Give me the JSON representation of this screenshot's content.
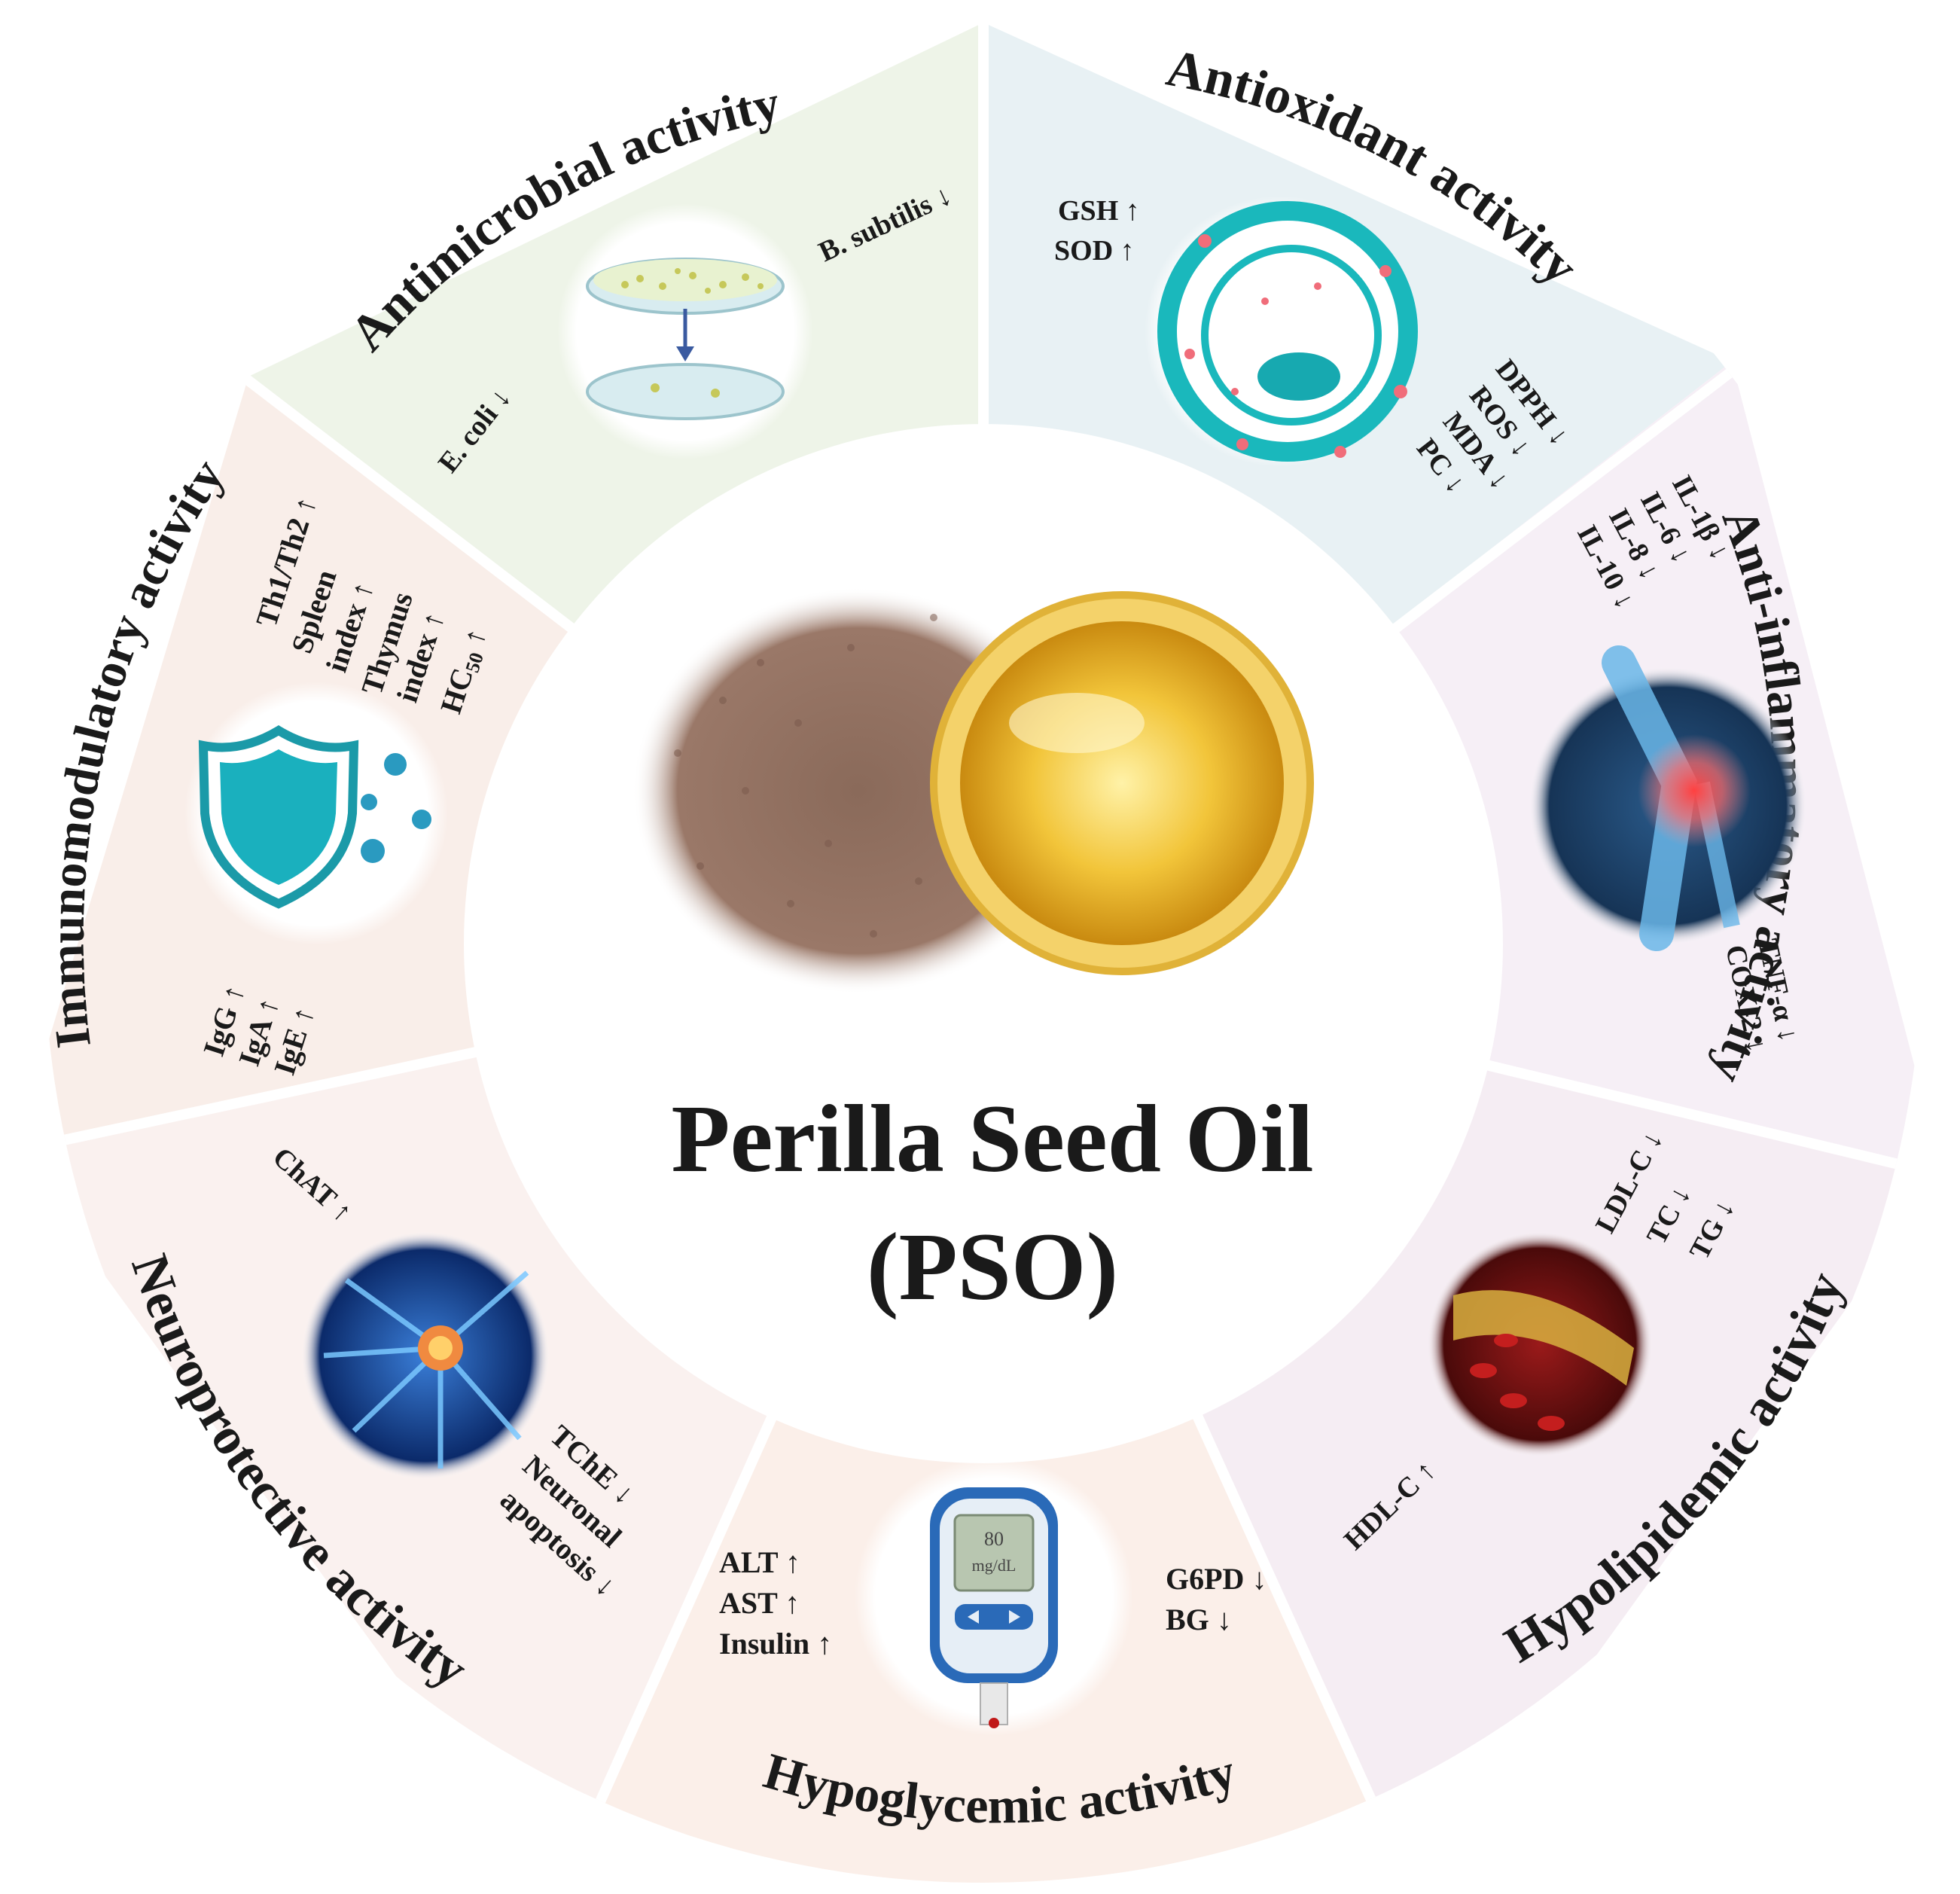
{
  "center": {
    "title_line1": "Perilla Seed Oil",
    "title_line2": "(PSO)"
  },
  "sectors": {
    "antimicrobial": {
      "title": "Antimicrobial activity",
      "color": "#eef4e8",
      "icon": "petri-dish-icon",
      "markers": [
        "B. subtilis ↓",
        "E. coli ↓"
      ]
    },
    "antioxidant": {
      "title": "Antioxidant activity",
      "color": "#e8f1f4",
      "icon": "cell-icon",
      "markers": [
        "GSH ↑",
        "SOD ↑",
        "DPPH ↓",
        "ROS ↓",
        "MDA ↓",
        "PC ↓"
      ]
    },
    "anti_inflammatory": {
      "title": "Anti-inflammatory activity",
      "color": "#f6eff6",
      "icon": "inflamed-knee-icon",
      "markers": [
        "IL-1β ↓",
        "IL-6 ↓",
        "IL-8 ↓",
        "IL-10 ↓",
        "TNF-α ↓",
        "COX-2 ↓"
      ]
    },
    "hypolipidemic": {
      "title": "Hypolipidemic activity",
      "color": "#f5edf3",
      "icon": "blood-vessel-icon",
      "markers": [
        "LDL-C ↓",
        "TC ↓",
        "TG ↓",
        "HDL-C ↑"
      ]
    },
    "hypoglycemic": {
      "title": "Hypoglycemic activity",
      "color": "#fbefe9",
      "icon": "glucose-meter-icon",
      "meter_reading": "80",
      "meter_unit": "mg/dL",
      "markers": [
        "ALT ↑",
        "AST ↑",
        "Insulin ↑",
        "G6PD ↓",
        "BG ↓"
      ]
    },
    "neuroprotective": {
      "title": "Neuroprotective activity",
      "color": "#faf1ef",
      "icon": "neuron-icon",
      "markers": [
        "ChAT ↑",
        "TChE ↓",
        "Neuronal",
        "apoptosis ↓"
      ]
    },
    "immunomodulatory": {
      "title": "Immunomodulatory activity",
      "color": "#f9eee9",
      "icon": "shield-virus-icon",
      "markers": [
        "Th1/Th2 ↑",
        "Spleen",
        "index ↑",
        "Thymus",
        "index ↑",
        "HC",
        "50",
        " ↑",
        "IgG ↑",
        "IgA ↑",
        "IgE ↑"
      ]
    }
  }
}
